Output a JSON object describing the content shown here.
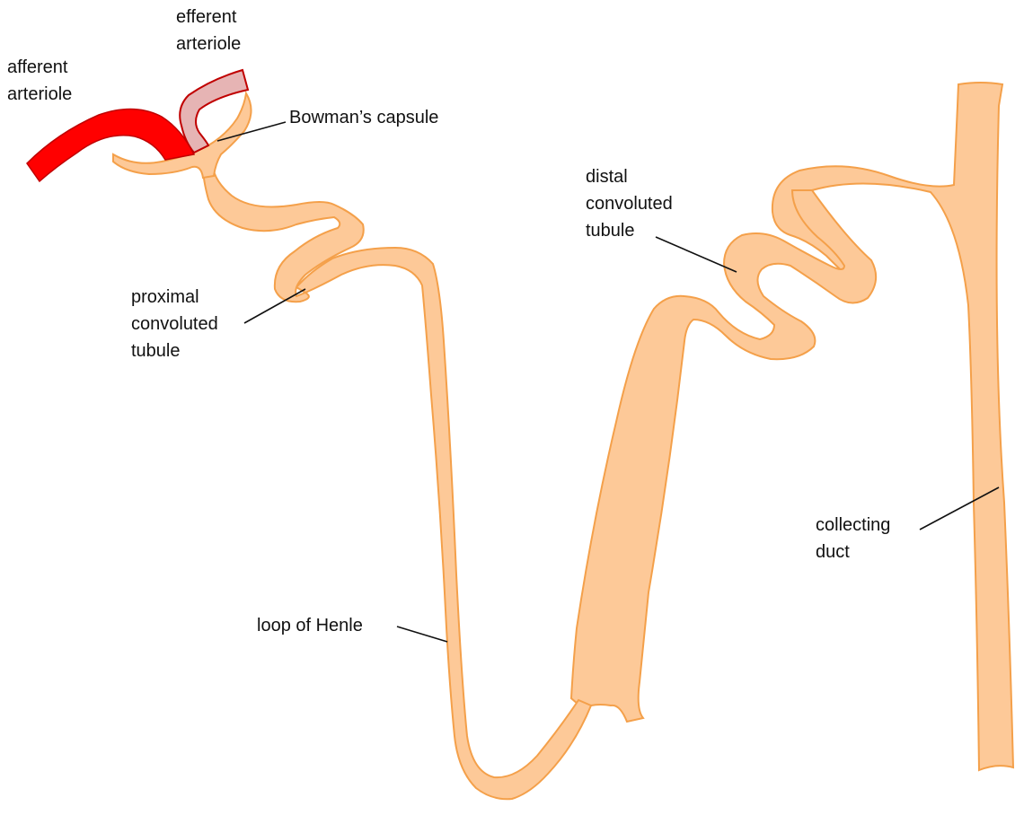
{
  "colors": {
    "tubule_fill": "#fdc998",
    "tubule_stroke": "#f4a04a",
    "afferent_fill": "#ff0000",
    "afferent_stroke": "#c00000",
    "efferent_fill": "#e6b4b4",
    "efferent_stroke": "#c00000",
    "leader_line": "#111111"
  },
  "labels": {
    "afferent": [
      "afferent",
      "arteriole"
    ],
    "efferent": [
      "efferent",
      "arteriole"
    ],
    "bowman": "Bowman’s capsule",
    "proximal": [
      "proximal",
      "convoluted",
      "tubule"
    ],
    "distal": [
      "distal",
      "convoluted",
      "tubule"
    ],
    "henle": "loop of Henle",
    "collecting": [
      "collecting",
      "duct"
    ]
  }
}
